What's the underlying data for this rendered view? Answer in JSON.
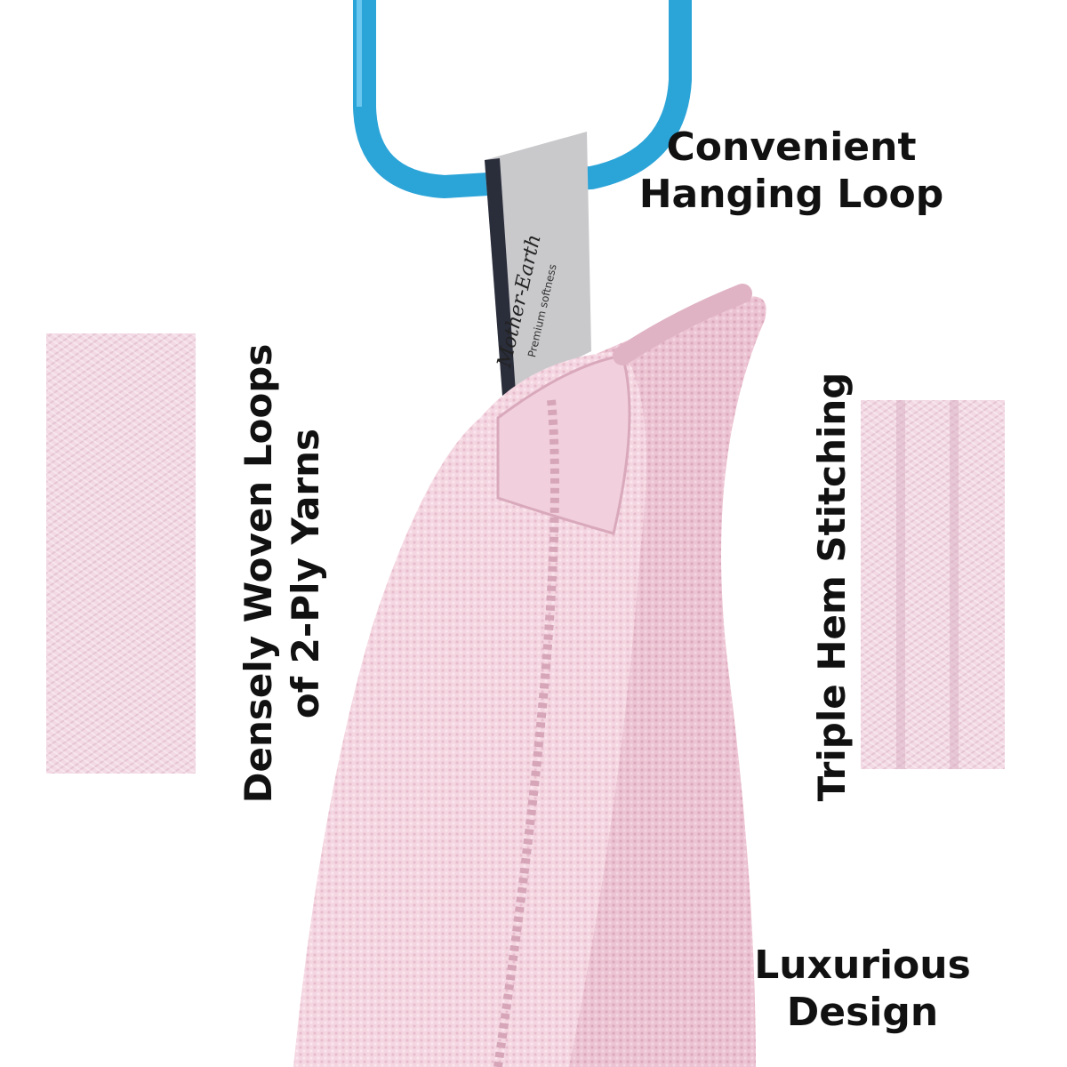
{
  "captions": {
    "hanging_loop": "Convenient Hanging Loop",
    "luxurious": "Luxurious Design",
    "densely_line1": "Densely Woven Loops",
    "densely_line2": "of 2-Ply Yarns",
    "triple_hem": "Triple Hem Stitching"
  },
  "brand_label": {
    "name": "Mother-Earth",
    "tagline": "Premium softness"
  },
  "colors": {
    "hanger": "#2ba4d8",
    "towel": "#f3d3df",
    "towel_shadow": "#e2b6c6",
    "label": "#c9c9cc",
    "text": "#111111"
  }
}
